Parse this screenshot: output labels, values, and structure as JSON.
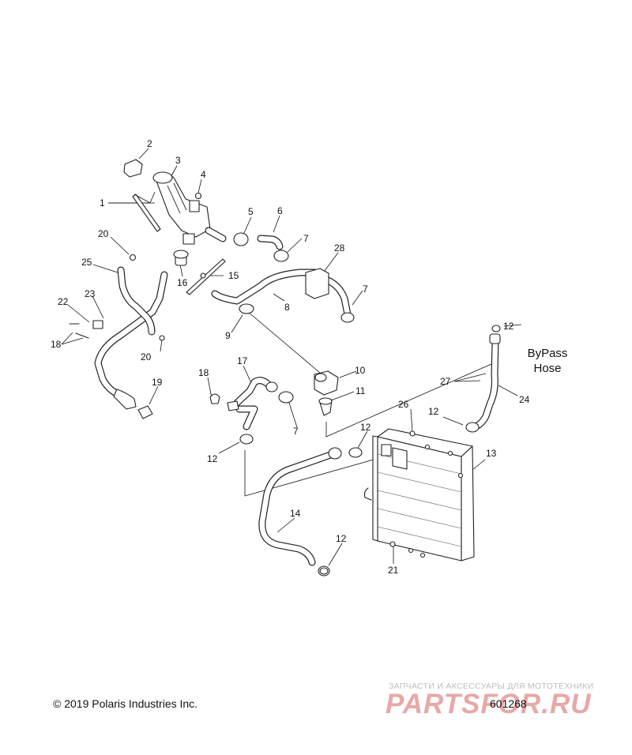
{
  "diagram": {
    "callouts": [
      {
        "id": "1",
        "text": "1"
      },
      {
        "id": "2",
        "text": "2"
      },
      {
        "id": "3",
        "text": "3"
      },
      {
        "id": "4",
        "text": "4"
      },
      {
        "id": "5",
        "text": "5"
      },
      {
        "id": "6",
        "text": "6"
      },
      {
        "id": "7a",
        "text": "7"
      },
      {
        "id": "28",
        "text": "28"
      },
      {
        "id": "20a",
        "text": "20"
      },
      {
        "id": "25",
        "text": "25"
      },
      {
        "id": "16",
        "text": "16"
      },
      {
        "id": "15",
        "text": "15"
      },
      {
        "id": "8",
        "text": "8"
      },
      {
        "id": "7b",
        "text": "7"
      },
      {
        "id": "9",
        "text": "9"
      },
      {
        "id": "22",
        "text": "22"
      },
      {
        "id": "23",
        "text": "23"
      },
      {
        "id": "18a",
        "text": "18"
      },
      {
        "id": "20b",
        "text": "20"
      },
      {
        "id": "12a",
        "text": "12"
      },
      {
        "id": "10",
        "text": "10"
      },
      {
        "id": "11",
        "text": "11"
      },
      {
        "id": "17",
        "text": "17"
      },
      {
        "id": "18b",
        "text": "18"
      },
      {
        "id": "19",
        "text": "19"
      },
      {
        "id": "7c",
        "text": "7"
      },
      {
        "id": "27",
        "text": "27"
      },
      {
        "id": "24",
        "text": "24"
      },
      {
        "id": "26",
        "text": "26"
      },
      {
        "id": "12b",
        "text": "12"
      },
      {
        "id": "12c",
        "text": "12"
      },
      {
        "id": "12d",
        "text": "12"
      },
      {
        "id": "13",
        "text": "13"
      },
      {
        "id": "14",
        "text": "14"
      },
      {
        "id": "12e",
        "text": "12"
      },
      {
        "id": "21",
        "text": "21"
      }
    ],
    "label_bypass_line1": "ByPass",
    "label_bypass_line2": "Hose",
    "copyright": "© 2019 Polaris Industries Inc.",
    "diagram_number": "601268"
  },
  "watermark": {
    "tagline": "ЗАПЧАСТИ И АКСЕССУАРЫ ДЛЯ МОТОТЕХНИКИ",
    "logo": "PARTSFOR.RU",
    "color": "#e8a8a8"
  }
}
